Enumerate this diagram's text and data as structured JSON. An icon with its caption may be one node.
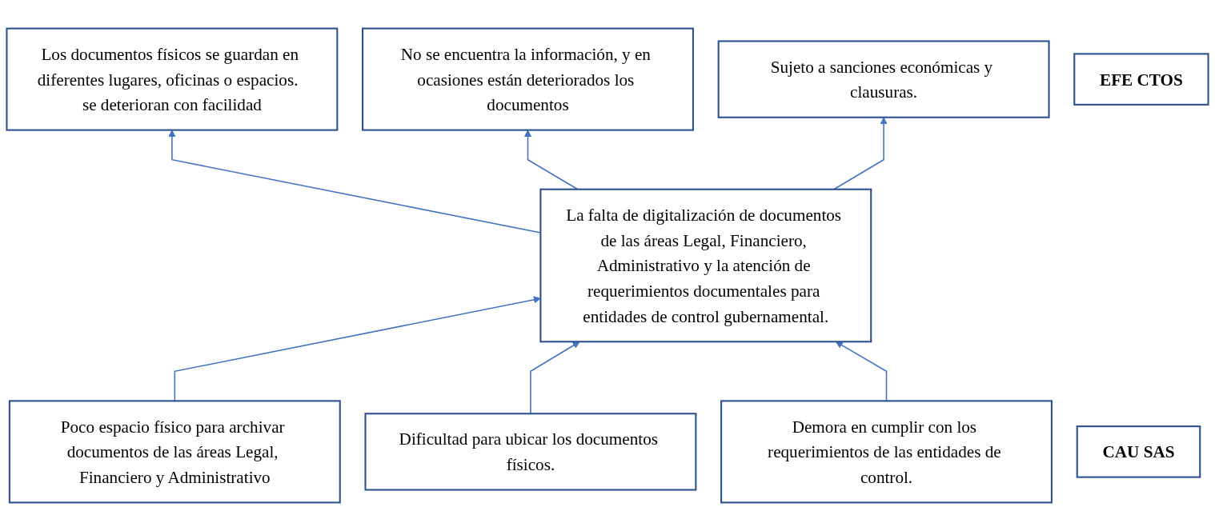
{
  "diagram": {
    "nodes": [
      {
        "text": [
          "EFE CTOS"
        ]
      },
      {
        "text": [
          "Los documentos físicos se guardan en diferentes lugares, oficinas o espacios.  se deterioran con facilidad"
        ]
      },
      {
        "text": [
          "No se encuentra la información, y en ocasiones están deteriorados los documentos"
        ]
      },
      {
        "text": [
          "Sujeto a sanciones económicas y clausuras."
        ]
      },
      {
        "text": [
          "La falta de digitalización de documentos de las áreas Legal, Financiero, Administrativo y la atención de requerimientos documentales para entidades de control gubernamental."
        ]
      },
      {
        "text": [
          "CAU SAS"
        ]
      },
      {
        "text": [
          "Poco espacio físico para archivar documentos de las áreas Legal, Financiero y Administrativo"
        ]
      },
      {
        "text": [
          "Dificultad para ubicar los documentos físicos."
        ]
      },
      {
        "text": [
          "Demora en cumplir con los requerimientos de las entidades de control."
        ]
      }
    ],
    "edges": [
      {
        "from": 6,
        "to": 4,
        "arrow": "to"
      },
      {
        "from": 7,
        "to": 4,
        "arrow": "to"
      },
      {
        "from": 8,
        "to": 4,
        "arrow": "to"
      },
      {
        "from": 4,
        "to": 1,
        "arrow": "to"
      },
      {
        "from": 4,
        "to": 2,
        "arrow": "to"
      },
      {
        "from": 4,
        "to": 3,
        "arrow": "to"
      }
    ]
  }
}
